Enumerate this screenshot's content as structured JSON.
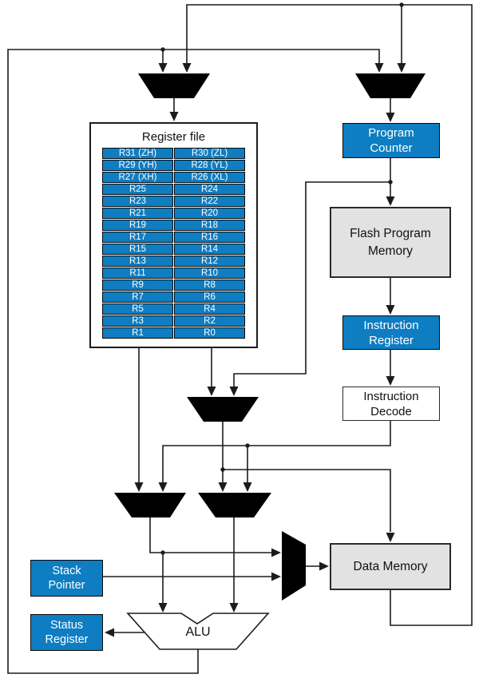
{
  "d": {
    "register_file": {
      "title": "Register file",
      "rows": [
        {
          "l": "R31 (ZH)",
          "r": "R30 (ZL)"
        },
        {
          "l": "R29 (YH)",
          "r": "R28 (YL)"
        },
        {
          "l": "R27 (XH)",
          "r": "R26 (XL)"
        },
        {
          "l": "R25",
          "r": "R24"
        },
        {
          "l": "R23",
          "r": "R22"
        },
        {
          "l": "R21",
          "r": "R20"
        },
        {
          "l": "R19",
          "r": "R18"
        },
        {
          "l": "R17",
          "r": "R16"
        },
        {
          "l": "R15",
          "r": "R14"
        },
        {
          "l": "R13",
          "r": "R12"
        },
        {
          "l": "R11",
          "r": "R10"
        },
        {
          "l": "R9",
          "r": "R8"
        },
        {
          "l": "R7",
          "r": "R6"
        },
        {
          "l": "R5",
          "r": "R4"
        },
        {
          "l": "R3",
          "r": "R2"
        },
        {
          "l": "R1",
          "r": "R0"
        }
      ]
    },
    "blocks": {
      "program_counter": {
        "line1": "Program",
        "line2": "Counter"
      },
      "flash_program_memory": {
        "line1": "Flash Program",
        "line2": "Memory"
      },
      "instruction_register": {
        "line1": "Instruction",
        "line2": "Register"
      },
      "instruction_decode": {
        "line1": "Instruction",
        "line2": "Decode"
      },
      "data_memory": {
        "label": "Data Memory"
      },
      "stack_pointer": {
        "line1": "Stack",
        "line2": "Pointer"
      },
      "status_register": {
        "line1": "Status",
        "line2": "Register"
      },
      "alu": {
        "label": "ALU"
      }
    },
    "colors": {
      "block_blue": "#0e7dc2",
      "block_gray": "#e2e2e2",
      "line": "#1c1c1c",
      "text_on_blue": "#ffffff",
      "text_dark": "#111111"
    }
  }
}
